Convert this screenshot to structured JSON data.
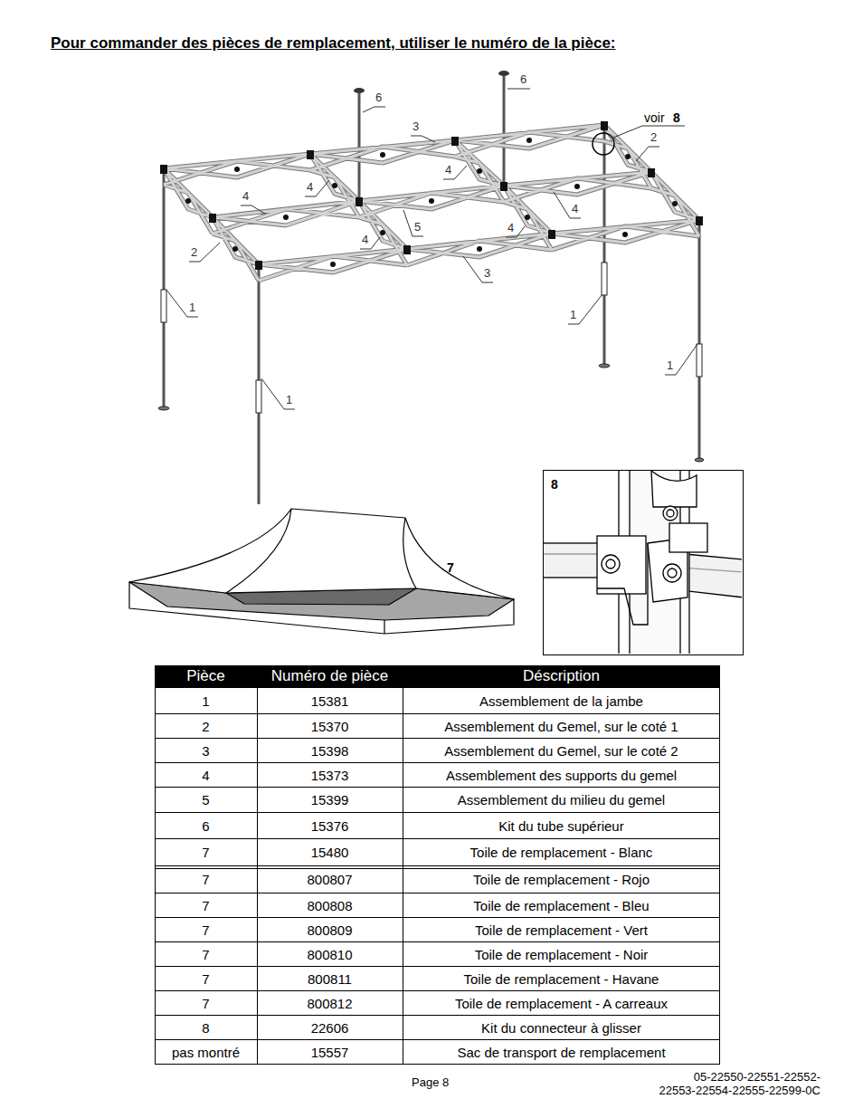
{
  "diagram": {
    "title": "Pour commander des pièces de remplacement, utiliser le numéro de la pièce:",
    "nodes": [
      {
        "text": [
          "8"
        ]
      }
    ],
    "labels": [
      "6",
      "6",
      "3",
      "voir",
      "8",
      "2",
      "4",
      "4",
      "4",
      "5",
      "4",
      "4",
      "4",
      "2",
      "3",
      "1",
      "1",
      "1",
      "1",
      "7",
      "Pièce",
      "Numéro de pièce",
      "Déscription",
      "1",
      "15381",
      "Assemblement de la jambe",
      "2",
      "15370",
      "Assemblement du Gemel, sur le coté 1",
      "3",
      "15398",
      "Assemblement du Gemel, sur le coté 2",
      "4",
      "15373",
      "Assemblement des supports du gemel",
      "5",
      "15399",
      "Assemblement du milieu du gemel",
      "6",
      "15376",
      "Kit du tube supérieur",
      "7",
      "15480",
      "Toile de remplacement - Blanc",
      "7",
      "800807",
      "Toile de remplacement - Rojo",
      "7",
      "800808",
      "Toile de remplacement - Bleu",
      "7",
      "800809",
      "Toile de remplacement - Vert",
      "7",
      "800810",
      "Toile de remplacement - Noir",
      "7",
      "800811",
      "Toile de remplacement - Havane",
      "7",
      "800812",
      "Toile de remplacement - A carreaux",
      "8",
      "22606",
      "Kit du connecteur à glisser",
      "pas montré",
      "15557",
      "Sac de transport de remplacement",
      "Page 8",
      "05-22550-22551-22552- 22553-22554-22555-22599-0C"
    ]
  }
}
